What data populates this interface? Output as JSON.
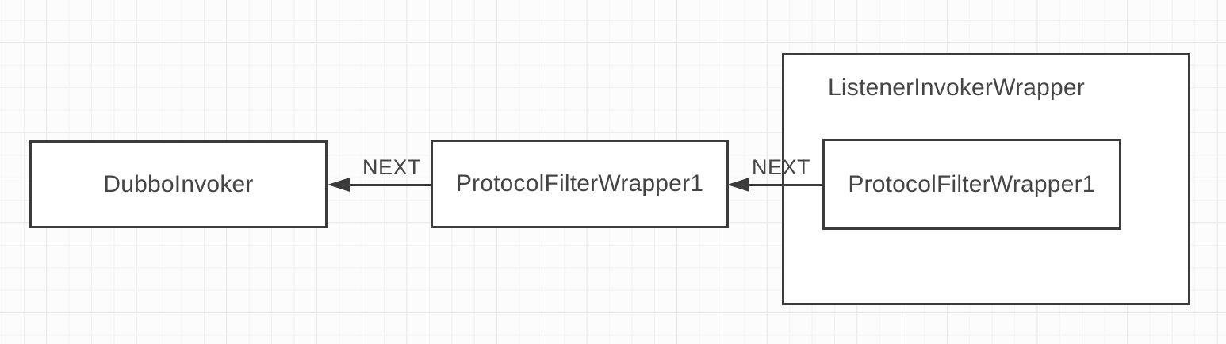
{
  "canvas": {
    "background_color": "#fcfcfc",
    "grid_minor_color": "#f3f3f3",
    "grid_major_color": "#e9e9e9",
    "shape_fill_color": "#ffffff",
    "stroke_color": "#3b3b3b",
    "text_color": "#454545"
  },
  "diagram": {
    "nodes": [
      {
        "id": "dubbo-invoker",
        "label": "DubboInvoker"
      },
      {
        "id": "protocol-filter-wrapper-chain",
        "label": "ProtocolFilterWrapper1"
      },
      {
        "id": "listener-invoker-wrapper",
        "label": "ListenerInvokerWrapper"
      },
      {
        "id": "inner-protocol-filter-wrapper",
        "label": "ProtocolFilterWrapper1",
        "parent": "listener-invoker-wrapper"
      }
    ],
    "edges": [
      {
        "id": "edge-1",
        "label": "NEXT",
        "from": "protocol-filter-wrapper-chain",
        "to": "dubbo-invoker",
        "arrow": "left"
      },
      {
        "id": "edge-2",
        "label": "NEXT",
        "from": "inner-protocol-filter-wrapper",
        "to": "protocol-filter-wrapper-chain",
        "arrow": "left"
      }
    ]
  }
}
